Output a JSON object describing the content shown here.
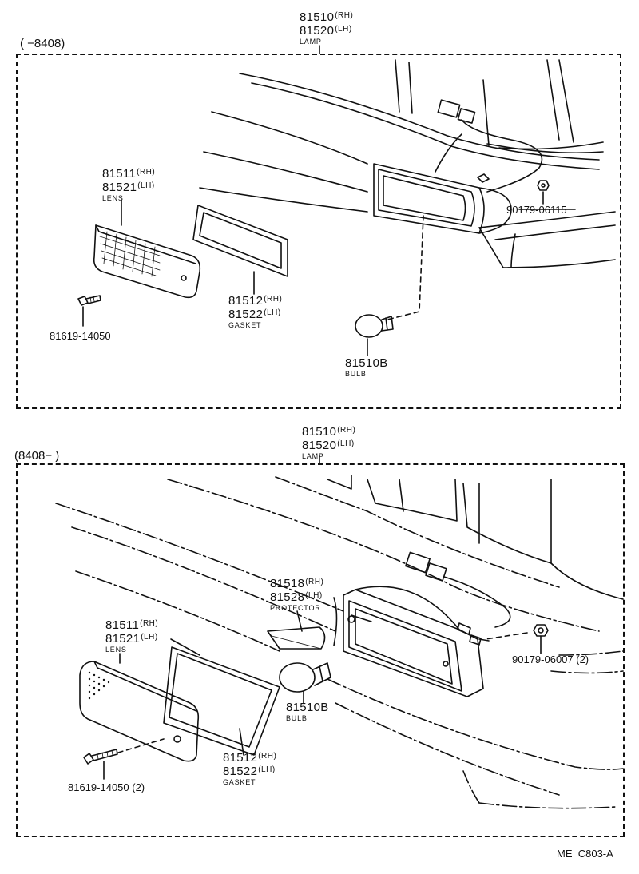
{
  "top": {
    "range": "(      −8408)",
    "lamp": {
      "num1": "81510",
      "side1": "(RH)",
      "num2": "81520",
      "side2": "(LH)",
      "caption": "LAMP"
    },
    "lens": {
      "num1": "81511",
      "side1": "(RH)",
      "num2": "81521",
      "side2": "(LH)",
      "caption": "LENS"
    },
    "gasket": {
      "num1": "81512",
      "side1": "(RH)",
      "num2": "81522",
      "side2": "(LH)",
      "caption": "GASKET"
    },
    "bulb": {
      "num": "81510B",
      "caption": "BULB"
    },
    "screw": "81619-14050",
    "nut": "90179-06115"
  },
  "bottom": {
    "range": "(8408−          )",
    "lamp": {
      "num1": "81510",
      "side1": "(RH)",
      "num2": "81520",
      "side2": "(LH)",
      "caption": "LAMP"
    },
    "protector": {
      "num1": "81518",
      "side1": "(RH)",
      "num2": "81528",
      "side2": "(LH)",
      "caption": "PROTECTOR"
    },
    "lens": {
      "num1": "81511",
      "side1": "(RH)",
      "num2": "81521",
      "side2": "(LH)",
      "caption": "LENS"
    },
    "gasket": {
      "num1": "81512",
      "side1": "(RH)",
      "num2": "81522",
      "side2": "(LH)",
      "caption": "GASKET"
    },
    "bulb": {
      "num": "81510B",
      "caption": "BULB"
    },
    "screw": "81619-14050 (2)",
    "nut": "90179-06007 (2)"
  },
  "footer": {
    "code": "ME  C803-A"
  }
}
